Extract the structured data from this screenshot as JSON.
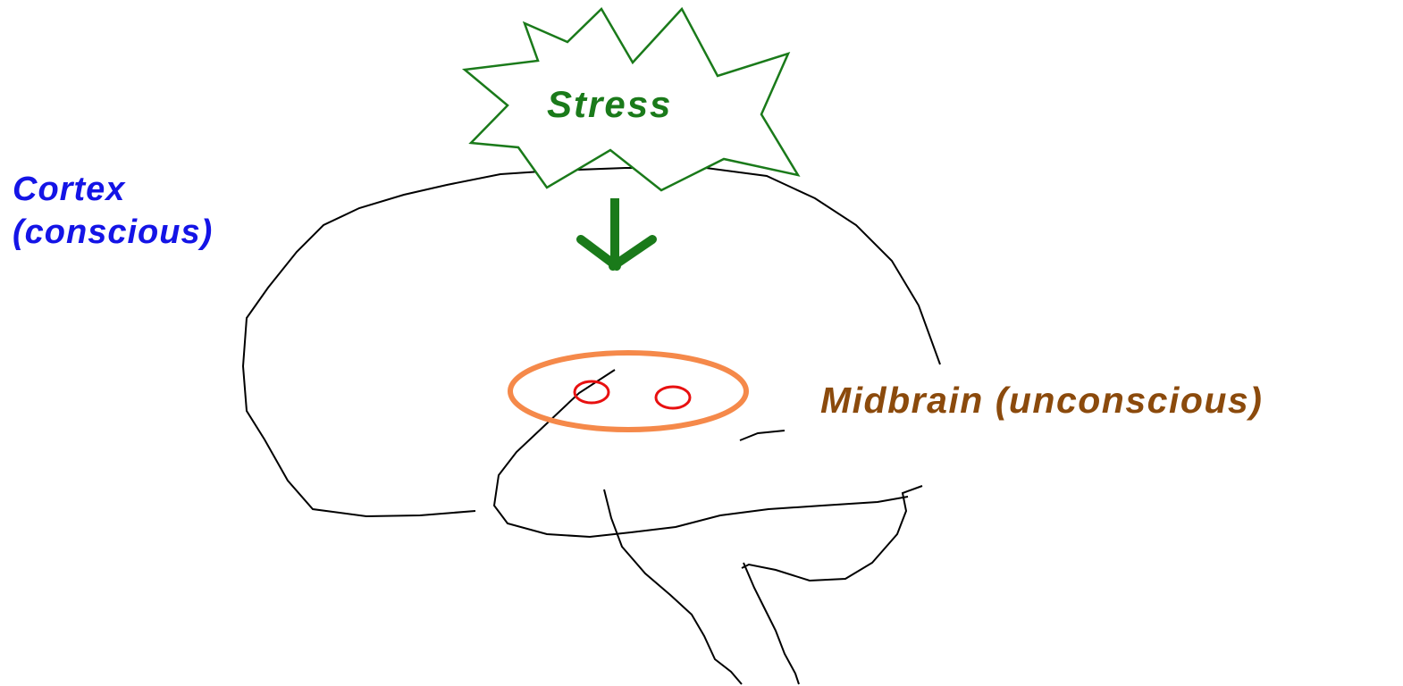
{
  "labels": {
    "stress": "Stress",
    "cortex_line1": "Cortex",
    "cortex_line2": "(conscious)",
    "midbrain": "Midbrain (unconscious)"
  },
  "colors": {
    "stress": "#1a7a1a",
    "cortex": "#1414e6",
    "midbrain": "#8b4a0c",
    "midbrain_ellipse": "#f5894a",
    "marker_circles": "#e81010",
    "outline": "#000000"
  }
}
